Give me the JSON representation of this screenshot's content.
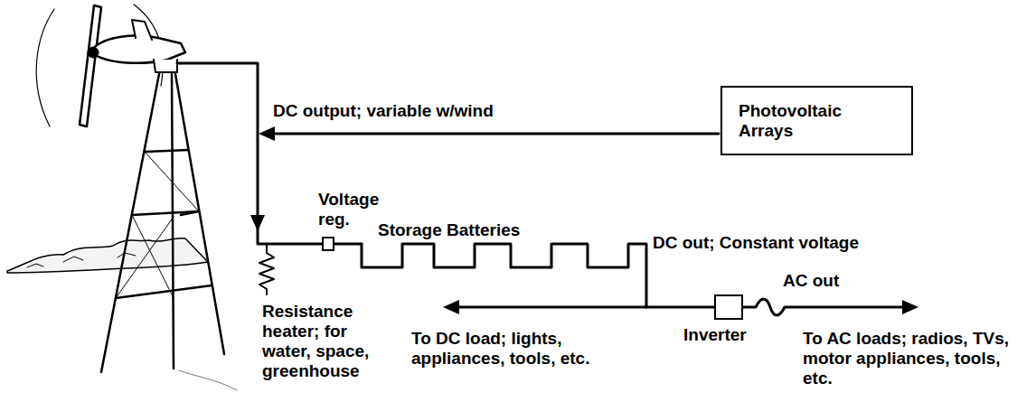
{
  "diagram": {
    "nodes": [
      {
        "text": [
          "Photovoltaic Arrays"
        ]
      },
      {
        "text": [
          "Voltage reg."
        ]
      },
      {
        "text": [
          "Inverter"
        ]
      }
    ],
    "labels": [
      "DC output; variable w/wind",
      "Storage Batteries",
      "DC out; Constant voltage",
      "AC out",
      "Resistance heater; for water, space, greenhouse",
      "To DC load; lights, appliances, tools, etc.",
      "To AC loads; radios, TVs, motor appliances, tools, etc."
    ]
  }
}
